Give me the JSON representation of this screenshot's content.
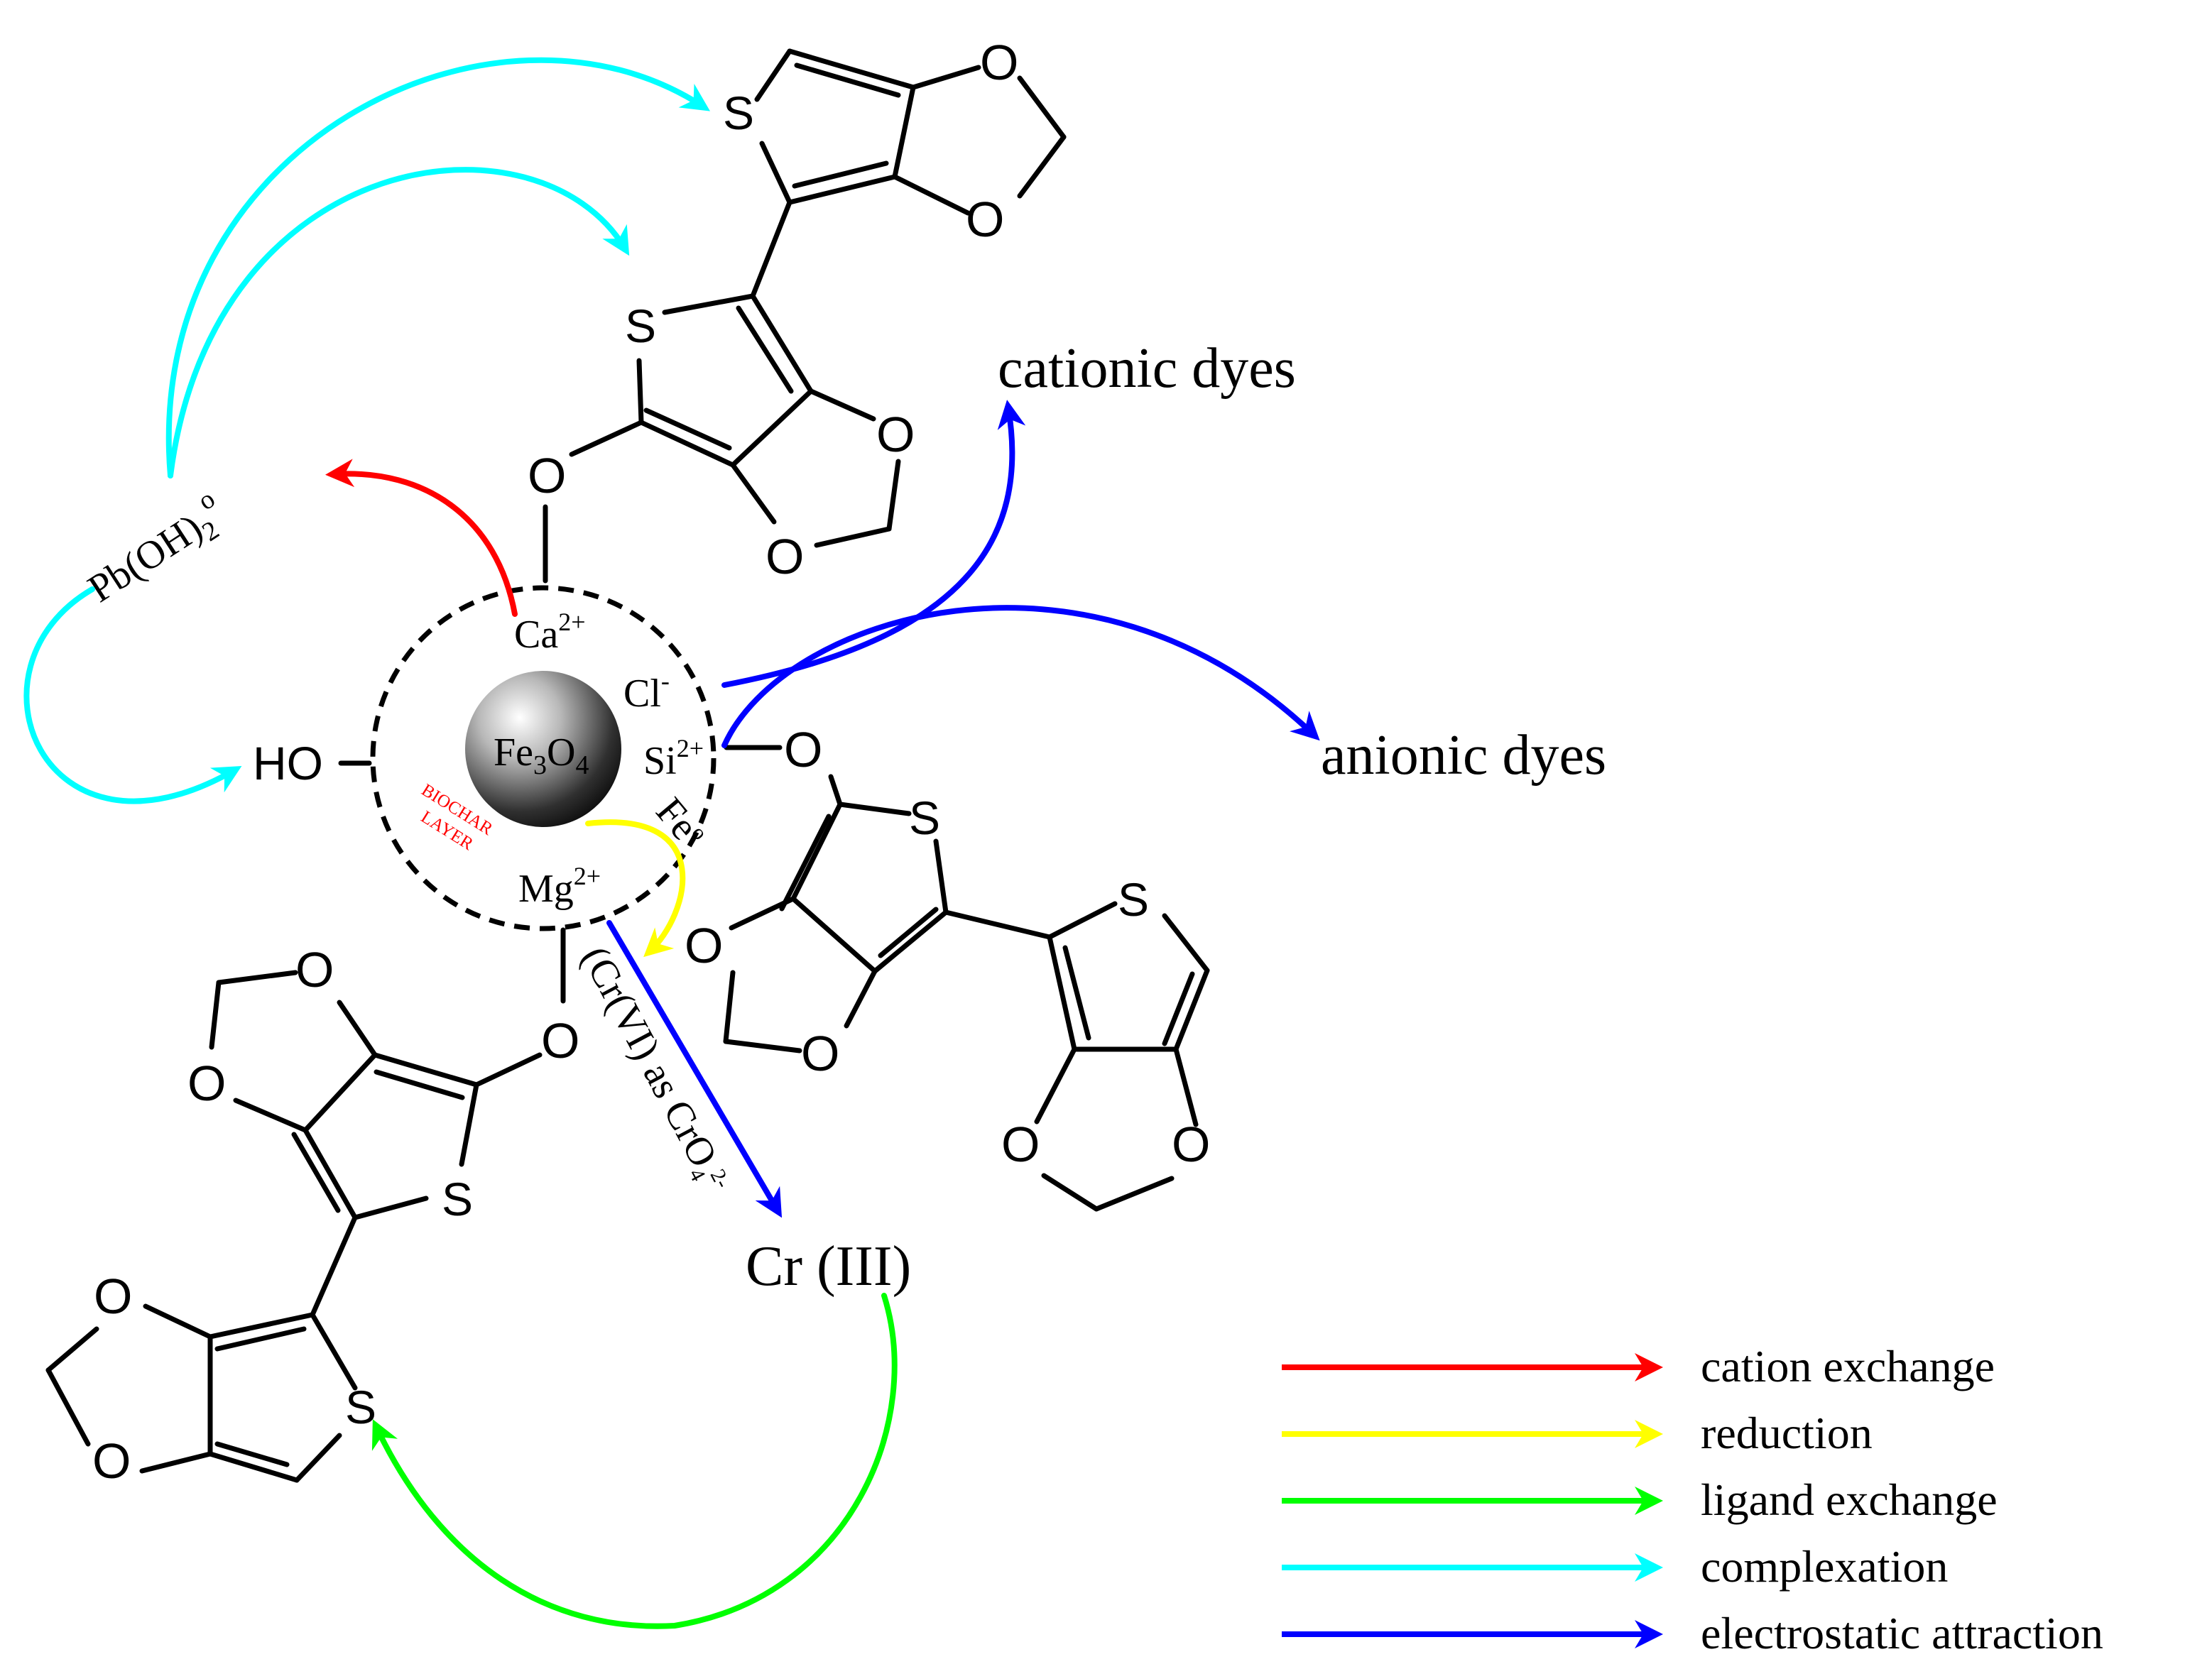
{
  "core": {
    "particle_label_main": "Fe",
    "particle_label_sub1": "3",
    "particle_label_mid": "O",
    "particle_label_sub2": "4",
    "layer_line1": "BIOCHAR",
    "layer_line2": "LAYER"
  },
  "ions": {
    "ca": "Ca",
    "ca_sup": "2+",
    "cl": "Cl",
    "cl_sup": "-",
    "si": "Si",
    "si_sup": "2+",
    "mg": "Mg",
    "mg_sup": "2+",
    "fe": "Fe",
    "fe_sup": "o",
    "ho": "HO"
  },
  "species": {
    "pb_main": "Pb(OH)",
    "pb_sub": "2",
    "pb_sup": "o",
    "cationic": "cationic dyes",
    "anionic": "anionic dyes",
    "cr3": "Cr (III)",
    "cr6_main": "(Cr(VI) as CrO",
    "cr6_sub": "4",
    "cr6_sup": "2-"
  },
  "atoms": {
    "sulfur": "S",
    "oxygen": "O"
  },
  "colors": {
    "cation_exchange": "#ff0000",
    "reduction": "#ffff00",
    "ligand_exchange": "#00ff00",
    "complexation": "#00ffff",
    "electrostatic_attraction": "#0000ff"
  },
  "legend": {
    "items": [
      {
        "label": "cation exchange",
        "color": "#ff0000"
      },
      {
        "label": "reduction",
        "color": "#ffff00"
      },
      {
        "label": "ligand exchange",
        "color": "#00ff00"
      },
      {
        "label": "complexation",
        "color": "#00ffff"
      },
      {
        "label": "electrostatic attraction",
        "color": "#0000ff"
      }
    ]
  }
}
